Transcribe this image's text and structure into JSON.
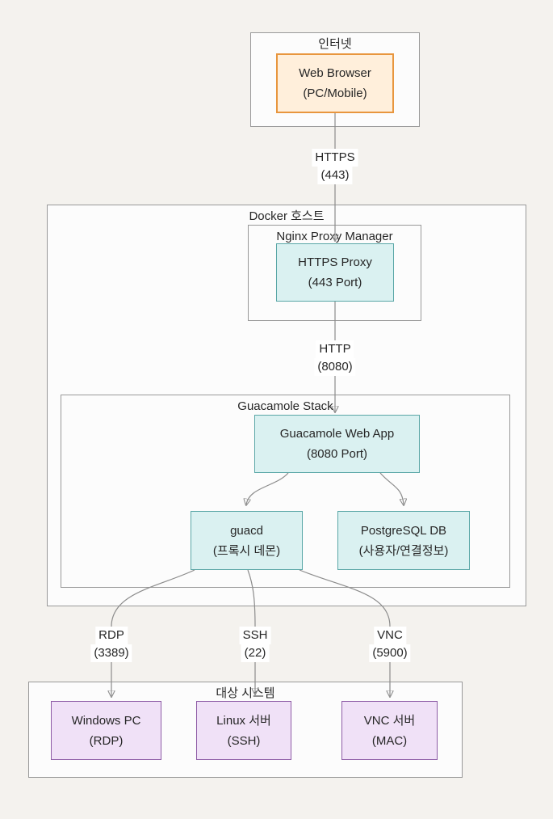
{
  "groups": {
    "internet": {
      "label": "인터넷"
    },
    "docker_host": {
      "label": "Docker 호스트"
    },
    "nginx": {
      "label": "Nginx Proxy Manager"
    },
    "guacamole_stack": {
      "label": "Guacamole Stack"
    },
    "target_systems": {
      "label": "대상 시스템"
    }
  },
  "nodes": {
    "web_browser": {
      "line1": "Web Browser",
      "line2": "(PC/Mobile)"
    },
    "https_proxy": {
      "line1": "HTTPS Proxy",
      "line2": "(443 Port)"
    },
    "web_app": {
      "line1": "Guacamole Web App",
      "line2": "(8080 Port)"
    },
    "guacd": {
      "line1": "guacd",
      "line2": "(프록시 데몬)"
    },
    "postgres": {
      "line1": "PostgreSQL DB",
      "line2": "(사용자/연결정보)"
    },
    "windows_pc": {
      "line1": "Windows PC",
      "line2": "(RDP)"
    },
    "linux_server": {
      "line1": "Linux 서버",
      "line2": "(SSH)"
    },
    "vnc_server": {
      "line1": "VNC 서버",
      "line2": "(MAC)"
    }
  },
  "edge_labels": {
    "https": {
      "line1": "HTTPS",
      "line2": "(443)"
    },
    "http": {
      "line1": "HTTP",
      "line2": "(8080)"
    },
    "rdp": {
      "line1": "RDP",
      "line2": "(3389)"
    },
    "ssh": {
      "line1": "SSH",
      "line2": "(22)"
    },
    "vnc": {
      "line1": "VNC",
      "line2": "(5900)"
    }
  },
  "colors": {
    "background": "#f4f2ee",
    "container_fill": "#fcfcfc",
    "container_border": "#999999",
    "orange_fill": "#ffefdb",
    "orange_border": "#e8963e",
    "cyan_fill": "#daf1f1",
    "cyan_border": "#5aa7a7",
    "purple_fill": "#f0e1f7",
    "purple_border": "#8e5ca6",
    "edge_line": "#8c8c8c",
    "arrowhead": "#4d4d4d",
    "label_bg": "#ffffff",
    "text": "#262626"
  }
}
